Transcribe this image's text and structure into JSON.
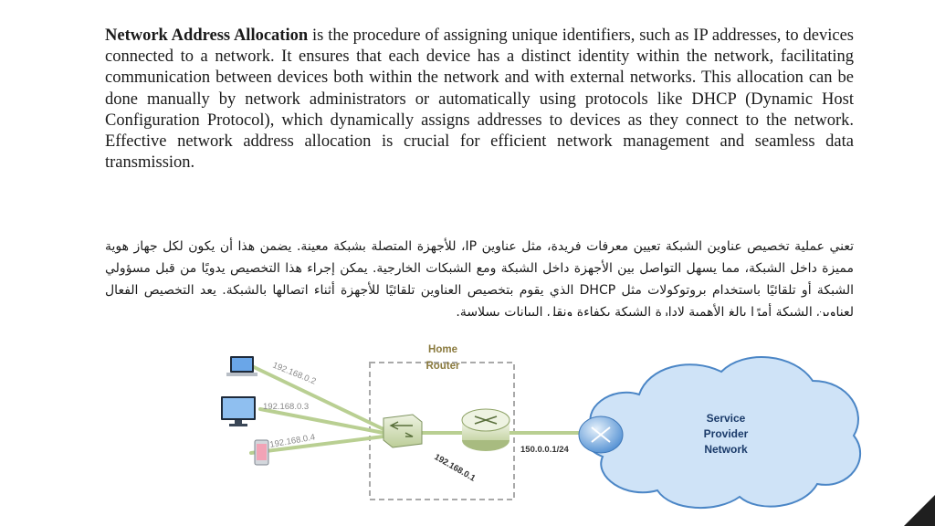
{
  "text": {
    "en_term": "Network Address Allocation",
    "en_rest": " is the procedure of assigning unique identifiers, such as IP addresses, to devices connected to a network. It ensures that each device has a distinct identity within the network, facilitating communication between devices both within the network and with external networks. This allocation can be done manually by network administrators or automatically using protocols like DHCP (Dynamic Host Configuration Protocol), which dynamically assigns addresses to devices as they connect to the network. Effective network address allocation is crucial for efficient network management and seamless data transmission.",
    "ar_para": "تعني عملية تخصيص عناوين الشبكة تعيين معرفات فريدة، مثل عناوين IP، للأجهزة المتصلة بشبكة معينة. يضمن هذا أن يكون لكل جهاز هوية مميزة داخل الشبكة، مما يسهل التواصل بين الأجهزة داخل الشبكة ومع الشبكات الخارجية. يمكن إجراء هذا التخصيص يدويًا من قبل مسؤولي الشبكة أو تلقائيًا باستخدام بروتوكولات مثل DHCP الذي يقوم بتخصيص العناوين تلقائيًا للأجهزة أثناء اتصالها بالشبكة. يعد التخصيص الفعال لعناوين الشبكة أمرًا بالغ الأهمية لإدارة الشبكة بكفاءة ونقل البيانات بسلاسة."
  },
  "diagram": {
    "home_router_label_1": "Home",
    "home_router_label_2": "Router",
    "ip_laptop": "192.168.0.2",
    "ip_desktop": "192.168.0.3",
    "ip_phone": "192.168.0.4",
    "ip_router_lan": "192.168.0.1",
    "ip_wan": "150.0.0.1/24",
    "cloud_label_1": "Service",
    "cloud_label_2": "Provider",
    "cloud_label_3": "Network",
    "colors": {
      "dashed_box": "#a9a9a9",
      "lines": "#b9cf92",
      "cloud_fill": "#cfe3f7",
      "cloud_stroke": "#4b86c6",
      "router_title": "#8a7a3e",
      "cloud_text": "#1b3b6a",
      "ip_text": "#888888"
    }
  }
}
